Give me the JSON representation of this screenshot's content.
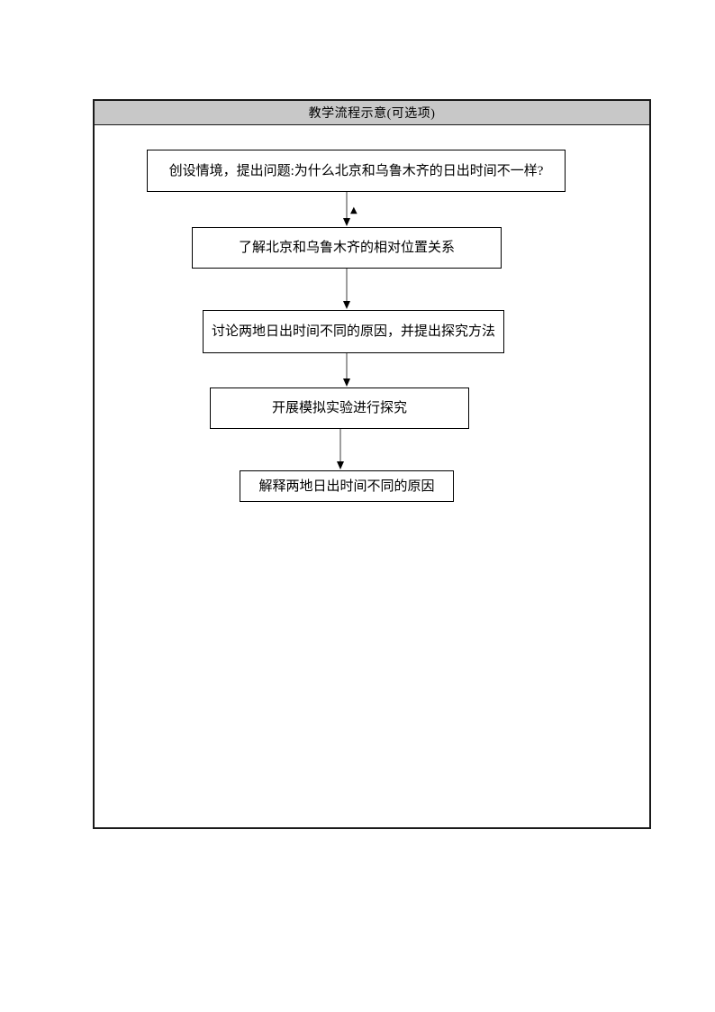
{
  "document": {
    "table_header": {
      "title": "教学流程示意(可选项)"
    },
    "flowchart": {
      "steps": [
        {
          "label": "创设情境，提出问题:为什么北京和乌鲁木齐的日出时间不一样?"
        },
        {
          "label": "了解北京和乌鲁木齐的相对位置关系"
        },
        {
          "label": "讨论两地日出时间不同的原因，并提出探究方法"
        },
        {
          "label": "开展模拟实验进行探究"
        },
        {
          "label": "解释两地日出时间不同的原因"
        }
      ]
    },
    "icons": {
      "anchor_marker": "▲",
      "flow_arrow": "arrow-down"
    },
    "colors": {
      "header_bg": "#c8c8c8",
      "border": "#1a1a1a",
      "page_bg": "#ffffff"
    }
  }
}
